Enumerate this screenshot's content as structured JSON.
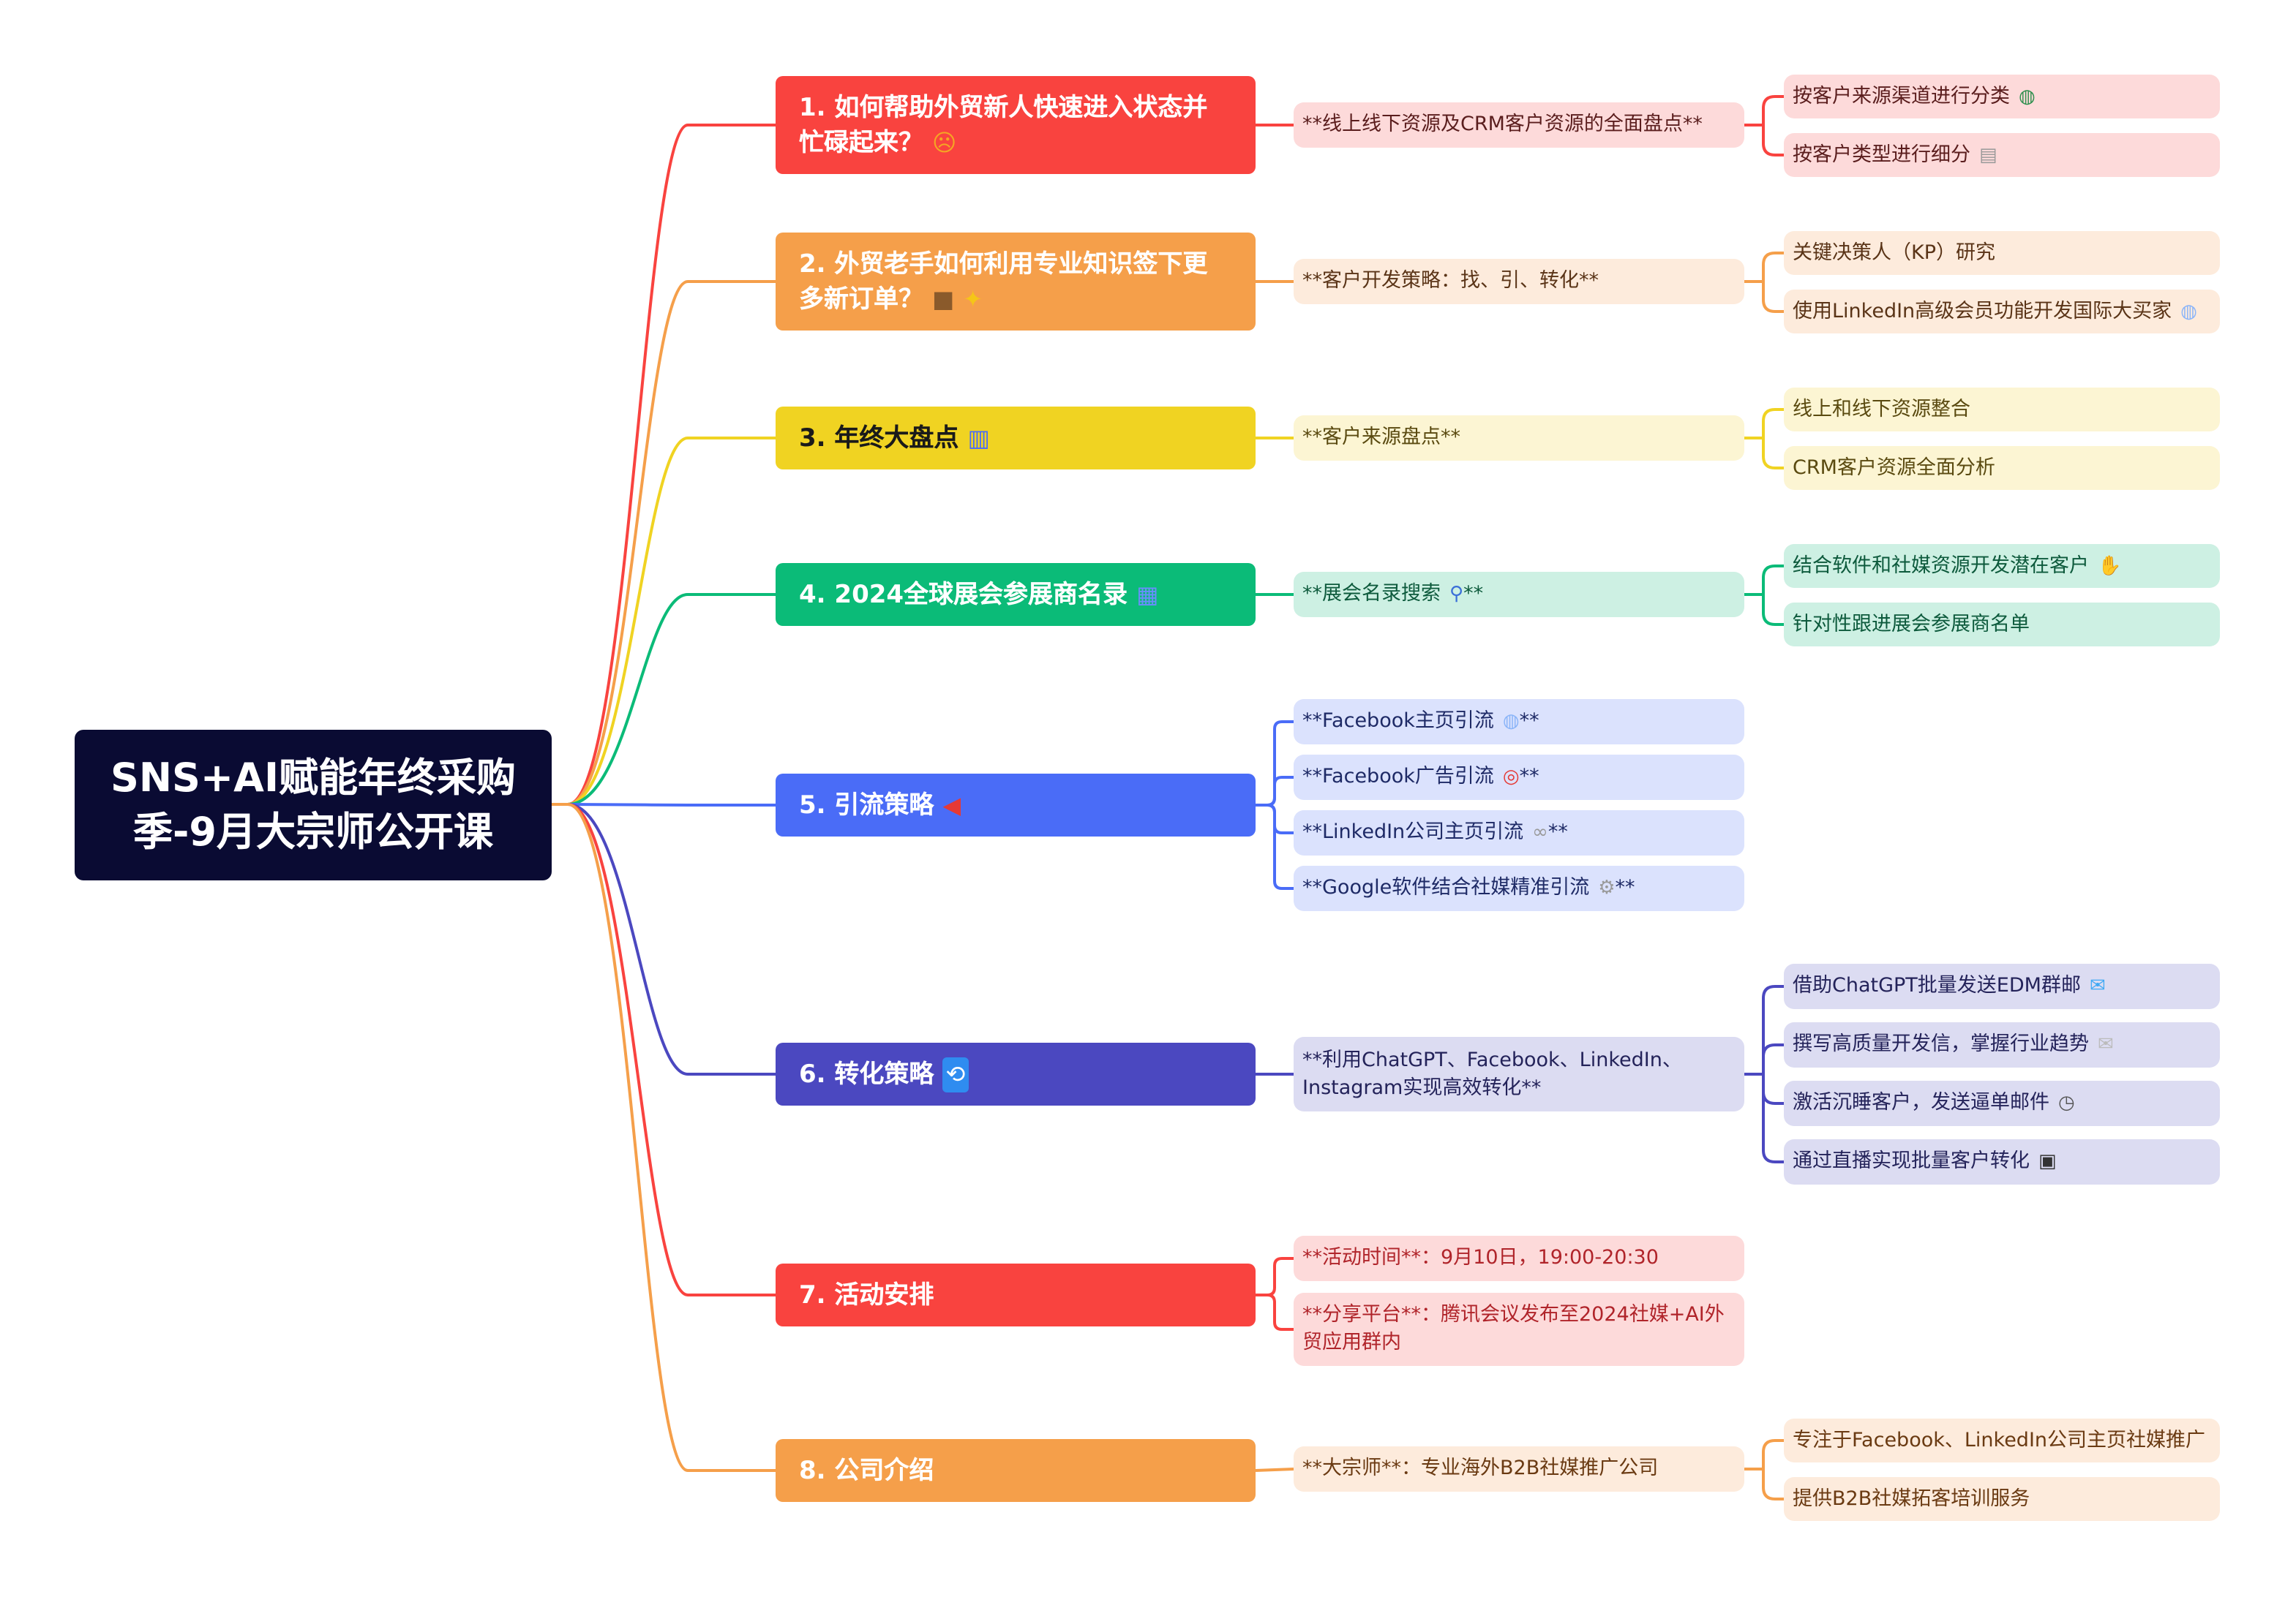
{
  "root": {
    "line1": "SNS+AI赋能年终采购",
    "line2": "季-9月大宗师公开课"
  },
  "colors": {
    "root_bg": "#0a0b33",
    "branches": [
      {
        "main": "#f9433f",
        "light": "#fddada",
        "text": "#5a1d1d"
      },
      {
        "main": "#f59f4a",
        "light": "#fdebdc",
        "text": "#5a3417"
      },
      {
        "main": "#f0d322",
        "light": "#fcf5d3",
        "text": "#5a4a10"
      },
      {
        "main": "#0bbb78",
        "light": "#cdf0e3",
        "text": "#0d5a3c"
      },
      {
        "main": "#4a6cf7",
        "light": "#dbe2fd",
        "text": "#1e2a66"
      },
      {
        "main": "#4b48c0",
        "light": "#dcdcf2",
        "text": "#24235a"
      },
      {
        "main": "#f9433f",
        "light": "#fddada",
        "text": "#b0242a"
      },
      {
        "main": "#f59f4a",
        "light": "#fdebdc",
        "text": "#6a3a12"
      }
    ]
  },
  "branches": [
    {
      "label": "1. 如何帮助外贸新人快速进入状态并忙碌起来？",
      "icons": [
        "flushed-face"
      ],
      "subs": [
        {
          "text": "**线上线下资源及CRM客户资源的全面盘点**"
        }
      ],
      "leaves": [
        {
          "text": "按客户来源渠道进行分类",
          "icon": "globe"
        },
        {
          "text": "按客户类型进行细分",
          "icon": "page"
        }
      ]
    },
    {
      "label": "2. 外贸老手如何利用专业知识签下更多新订单？",
      "icons": [
        "briefcase",
        "sparkles"
      ],
      "subs": [
        {
          "text": "**客户开发策略：找、引、转化**"
        }
      ],
      "leaves": [
        {
          "text": "关键决策人（KP）研究"
        },
        {
          "text": "使用LinkedIn高级会员功能开发国际大买家",
          "icon": "globe-meridians"
        }
      ]
    },
    {
      "label": "3. 年终大盘点",
      "icons": [
        "bar-chart"
      ],
      "subs": [
        {
          "text": "**客户来源盘点**"
        }
      ],
      "leaves": [
        {
          "text": "线上和线下资源整合"
        },
        {
          "text": "CRM客户资源全面分析"
        }
      ]
    },
    {
      "label": "4. 2024全球展会参展商名录",
      "icons": [
        "calendar"
      ],
      "subs": [
        {
          "text": "**展会名录搜索",
          "icon": "magnifier",
          "suffix": "**"
        }
      ],
      "leaves": [
        {
          "text": "结合软件和社媒资源开发潜在客户",
          "icon": "handshake"
        },
        {
          "text": "针对性跟进展会参展商名单"
        }
      ]
    },
    {
      "label": "5. 引流策略",
      "icons": [
        "megaphone"
      ],
      "subs": [
        {
          "text": "**Facebook主页引流",
          "icon": "globe-meridians",
          "suffix": "**"
        },
        {
          "text": "**Facebook广告引流",
          "icon": "target",
          "suffix": "**"
        },
        {
          "text": "**LinkedIn公司主页引流",
          "icon": "link",
          "suffix": "**"
        },
        {
          "text": "**Google软件结合社媒精准引流",
          "icon": "gear",
          "suffix": "**"
        }
      ],
      "leaves": []
    },
    {
      "label": "6. 转化策略",
      "icons": [
        "arrows-cycle"
      ],
      "subs": [
        {
          "text": "**利用ChatGPT、Facebook、LinkedIn、Instagram实现高效转化**"
        }
      ],
      "leaves": [
        {
          "text": "借助ChatGPT批量发送EDM群邮",
          "icon": "email"
        },
        {
          "text": "撰写高质量开发信，掌握行业趋势",
          "icon": "envelope"
        },
        {
          "text": "激活沉睡客户，发送逼单邮件",
          "icon": "clock"
        },
        {
          "text": "通过直播实现批量客户转化",
          "icon": "video-camera"
        }
      ]
    },
    {
      "label": "7. 活动安排",
      "icons": [],
      "subs": [
        {
          "text": "**活动时间**：9月10日，19:00-20:30"
        },
        {
          "text": "**分享平台**：腾讯会议发布至2024社媒+AI外贸应用群内"
        }
      ],
      "leaves": []
    },
    {
      "label": "8. 公司介绍",
      "icons": [],
      "subs": [
        {
          "text": "**大宗师**：专业海外B2B社媒推广公司"
        }
      ],
      "leaves": [
        {
          "text": "专注于Facebook、LinkedIn公司主页社媒推广"
        },
        {
          "text": "提供B2B社媒拓客培训服务"
        }
      ]
    }
  ]
}
